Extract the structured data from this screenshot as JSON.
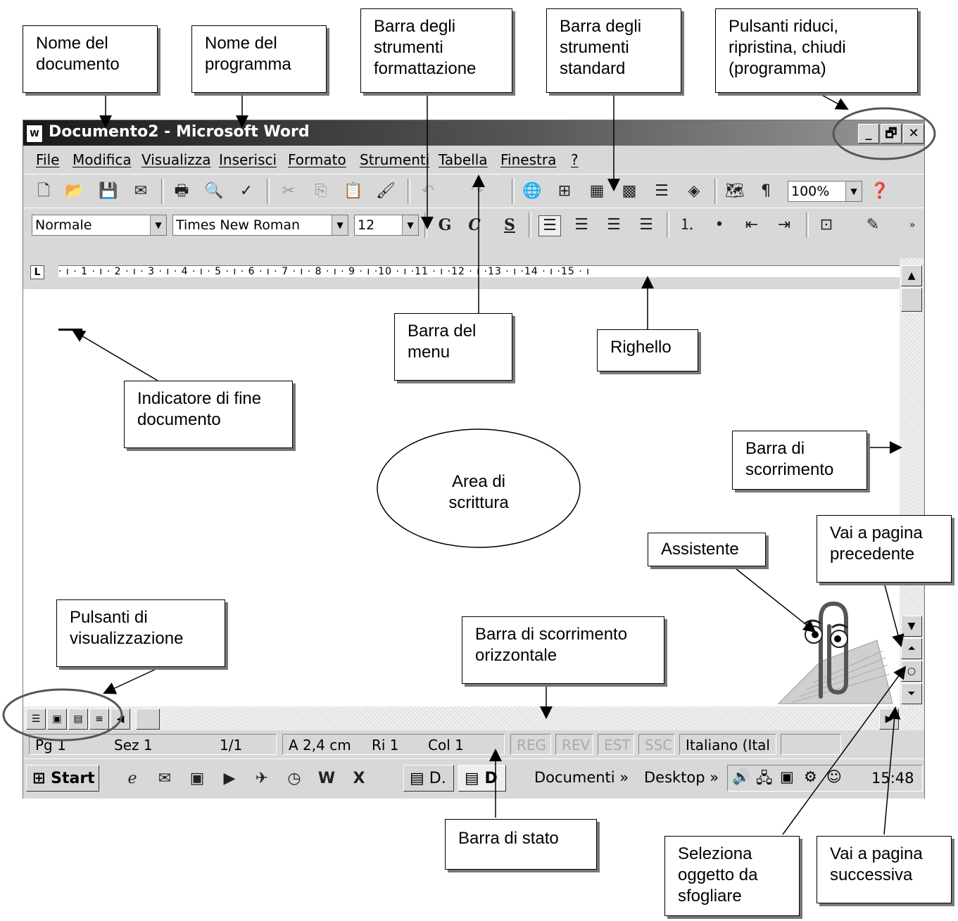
{
  "window": {
    "title": "Documento2 - Microsoft Word",
    "controls": [
      "_",
      "🗗",
      "✕"
    ]
  },
  "menu": [
    "File",
    "Modifica",
    "Visualizza",
    "Inserisci",
    "Formato",
    "Strumenti",
    "Tabella",
    "Finestra",
    "?"
  ],
  "standard_toolbar": {
    "zoom": "100%"
  },
  "format_toolbar": {
    "style": "Normale",
    "font": "Times New Roman",
    "size": "12",
    "bold": "G",
    "italic": "C",
    "underline": "S"
  },
  "ruler": {
    "marks": "· ı · 1 · ı · 2 · ı · 3 · ı · 4 · ı · 5 · ı · 6 · ı · 7 · ı · 8 · ı · 9 · ı ·10 · ı ·11 · ı ·12 · ı ·13 · ı ·14 · ı ·15 · ı"
  },
  "status": {
    "page": "Pg 1",
    "section": "Sez 1",
    "pages": "1/1",
    "position": "A 2,4 cm",
    "line": "Ri 1",
    "column": "Col 1",
    "rec": "REG",
    "rev": "REV",
    "ext": "EST",
    "ovr": "SSC",
    "language": "Italiano (Ital"
  },
  "taskbar": {
    "start": "Start",
    "task1": "D.",
    "task2": "D",
    "documents": "Documenti »",
    "desktop": "Desktop »",
    "clock": "15:48"
  },
  "callouts": {
    "doc_name": "Nome del\ndocumento",
    "program_name": "Nome del\nprogramma",
    "format_toolbar": "Barra degli\nstrumenti\nformattazione",
    "standard_toolbar": "Barra degli\nstrumenti\nstandard",
    "window_buttons": "Pulsanti riduci,\nripristina, chiudi\n(programma)",
    "menu_bar": "Barra del\nmenu",
    "ruler": "Righello",
    "end_marker": "Indicatore di fine\ndocumento",
    "scrollbar": "Barra di\nscorrimento",
    "writing_area": "Area di\nscrittura",
    "assistant": "Assistente",
    "prev_page": "Vai a pagina\nprecedente",
    "view_buttons": "Pulsanti di\nvisualizzazione",
    "hscrollbar": "Barra di scorrimento\norizzontale",
    "status_bar": "Barra di stato",
    "browse_object": "Seleziona\noggetto da\nsfogliare",
    "next_page": "Vai a pagina\nsuccessiva"
  }
}
